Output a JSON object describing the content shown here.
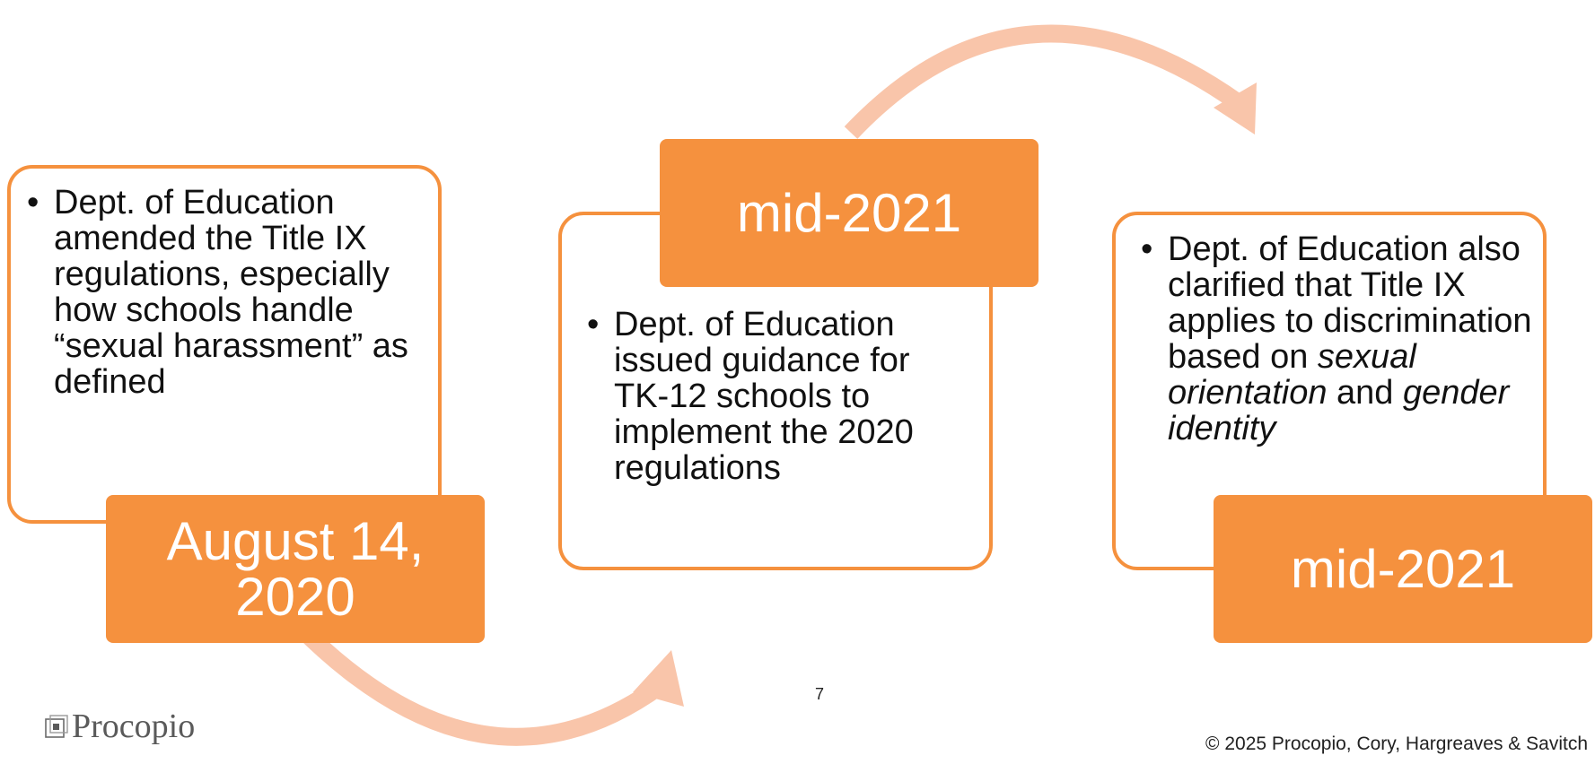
{
  "diagram": {
    "colors": {
      "accent": "#f5913e",
      "arrow": "#f9c5aa",
      "text": "#111111"
    },
    "steps": [
      {
        "date": "August 14, 2020",
        "bullet": "Dept. of Education amended the Title IX regulations, especially how schools handle “sexual harassment” as defined"
      },
      {
        "date": "mid-2021",
        "bullet": "Dept. of Education issued guidance for TK-12 schools to implement the 2020 regulations"
      },
      {
        "date": "mid-2021",
        "bullet_parts": {
          "text_1": "Dept. of Education also clarified that Title IX applies to discrimination based on ",
          "italic_1": "sexual orientation",
          "text_2": " and ",
          "italic_2": "gender identity"
        }
      }
    ]
  },
  "footer": {
    "page_number": "7",
    "logo_text": "Procopio",
    "copyright": "© 2025 Procopio, Cory, Hargreaves & Savitch"
  }
}
